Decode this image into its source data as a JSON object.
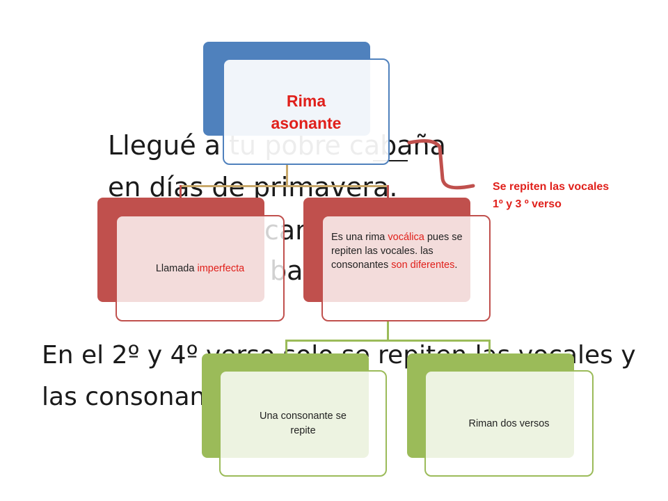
{
  "poem": {
    "line1": "Llegué a tu pobre cabaña",
    "line2": "en días de primavera.",
    "line3": "can",
    "line4": "ba",
    "line5": "En el 2º y 4º verso solo  se repiten las vocales y",
    "line6": "las consonan"
  },
  "annotation": {
    "line1": "Se repiten las vocales",
    "line2": "1º y 3 º verso"
  },
  "nodes": {
    "root": {
      "label": "Rima asonante"
    },
    "left": {
      "prefix": "Llamada ",
      "highlight": "imperfecta"
    },
    "right": {
      "t1": "Es una rima ",
      "h1": "vocálica",
      "t2": " pues se repiten las vocales. las consonantes ",
      "h2": "son diferentes",
      "t3": "."
    },
    "child1": {
      "label": "Una consonante se repite"
    },
    "child2": {
      "label": "Riman dos versos"
    }
  },
  "colors": {
    "blue": "#4f81bd",
    "red": "#c0504d",
    "green": "#9bbb59",
    "highlight": "#e0201b",
    "connector": "#c8a86a"
  }
}
